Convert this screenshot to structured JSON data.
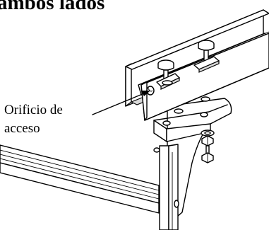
{
  "heading": "ambos lados",
  "callout": {
    "line1": "Orificio de",
    "line2": "acceso"
  }
}
